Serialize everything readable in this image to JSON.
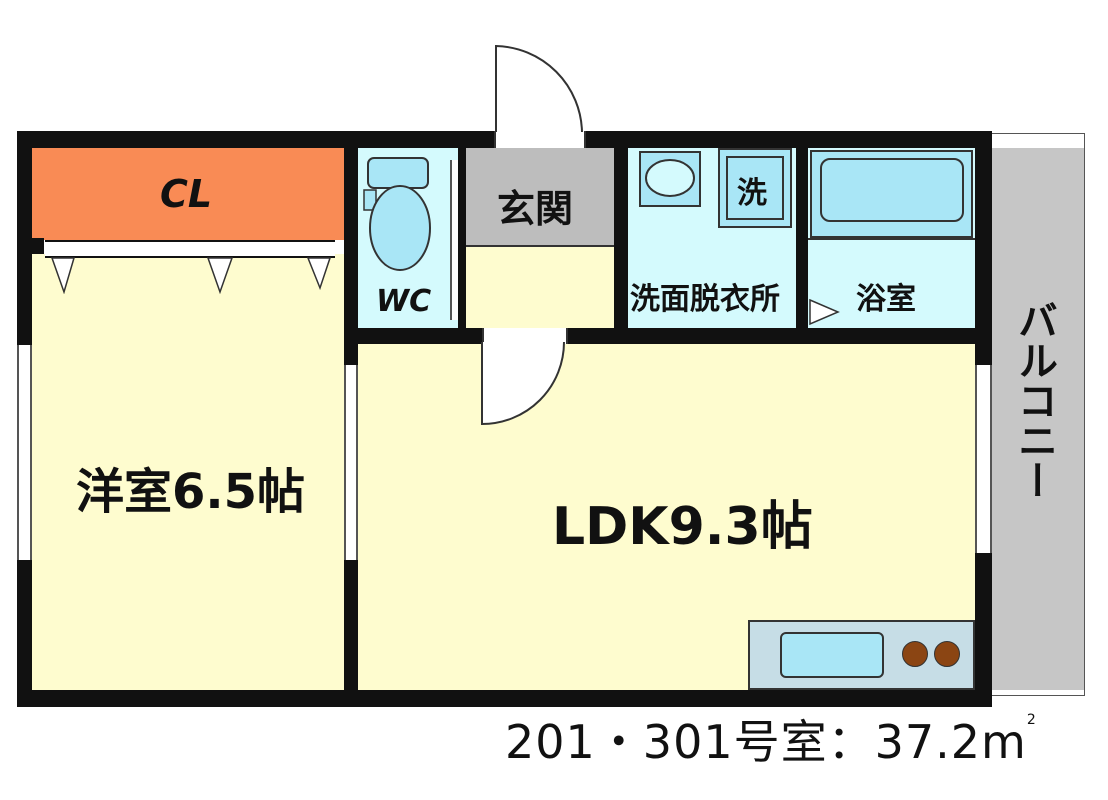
{
  "floorplan": {
    "rooms": {
      "closet": "CL",
      "wc": "WC",
      "entrance": "玄関",
      "washroom": "洗面脱衣所",
      "washer": "洗",
      "bathroom": "浴室",
      "western_room": "洋室6.5帖",
      "ldk": "LDK9.3帖",
      "balcony": "バルコニー"
    },
    "caption": {
      "unit_text": "201・301号室：37.2m",
      "area_superscript": "2"
    },
    "colors": {
      "walls": "#111111",
      "closet": "#f98b55",
      "living": "#fefccf",
      "wet_area": "#d4fafd",
      "entrance": "#bdbdbd",
      "balcony": "#c6c6c6",
      "fixture": "#a9e6f6",
      "stove_burner": "#8b4513"
    }
  }
}
